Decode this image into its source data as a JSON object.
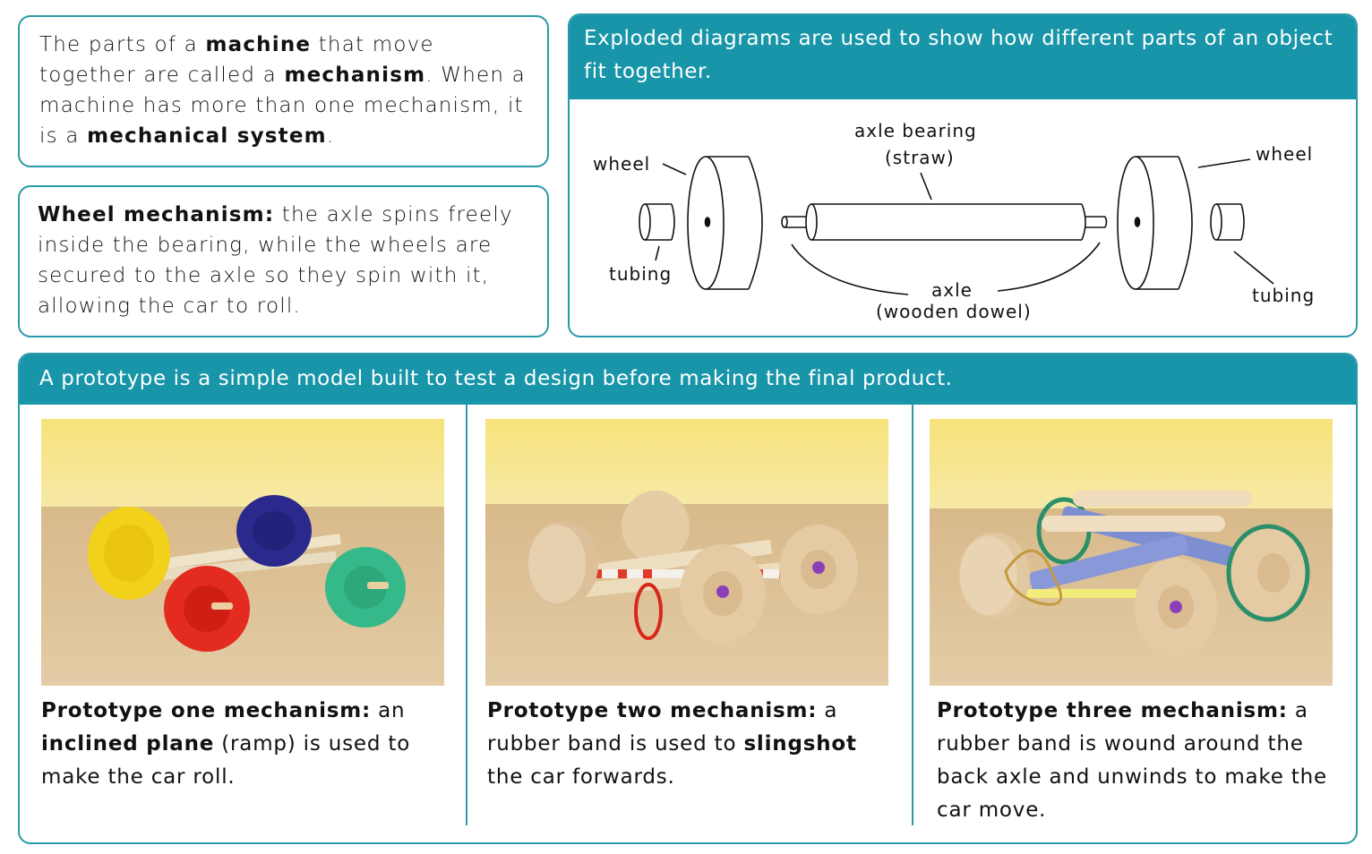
{
  "intro_box": {
    "segments": [
      {
        "t": "The parts of a ",
        "b": false
      },
      {
        "t": "machine",
        "b": true
      },
      {
        "t": " that move together are called a ",
        "b": false
      },
      {
        "t": "mechanism",
        "b": true
      },
      {
        "t": ". When a machine has more than one mechanism, it is a ",
        "b": false
      },
      {
        "t": "mechanical system",
        "b": true
      },
      {
        "t": ".",
        "b": false
      }
    ]
  },
  "wheel_box": {
    "title": "Wheel mechanism:",
    "body": " the axle spins freely inside the bearing, while the wheels are secured to the axle so they spin with it, allowing the car to roll."
  },
  "exploded": {
    "header": "Exploded diagrams are used to show how different parts of an object fit together.",
    "labels": {
      "wheel_left": "wheel",
      "tubing_left": "tubing",
      "axle_bearing": "axle bearing",
      "axle_bearing_sub": "(straw)",
      "axle": "axle",
      "axle_sub": "(wooden dowel)",
      "wheel_right": "wheel",
      "tubing_right": "tubing"
    }
  },
  "prototype": {
    "header": "A prototype is a simple model built to test a design before making the final product.",
    "items": [
      {
        "photo_desc": "Car with yellow, red, blue and green plastic bottle-cap wheels on a lolly-stick frame",
        "title": "Prototype one mechanism:",
        "segments": [
          {
            "t": " an ",
            "b": false
          },
          {
            "t": "inclined plane",
            "b": true
          },
          {
            "t": " (ramp) is used to make the car roll.",
            "b": false
          }
        ]
      },
      {
        "photo_desc": "Car with wooden wheels, red and white straw bearings and a red rubber band",
        "title": "Prototype two mechanism:",
        "segments": [
          {
            "t": " a rubber band is used to ",
            "b": false
          },
          {
            "t": "slingshot",
            "b": true
          },
          {
            "t": " the car forwards.",
            "b": false
          }
        ]
      },
      {
        "photo_desc": "Car with wooden wheels, blue clothes-peg frame, lolly sticks and rubber band wound on axle",
        "title": "Prototype three mechanism:",
        "segments": [
          {
            "t": " a rubber band is wound around the back axle and unwinds to make the car move.",
            "b": false
          }
        ]
      }
    ]
  },
  "colors": {
    "accent": "#1895a8",
    "border": "#2a9aa8",
    "text": "#111111"
  }
}
